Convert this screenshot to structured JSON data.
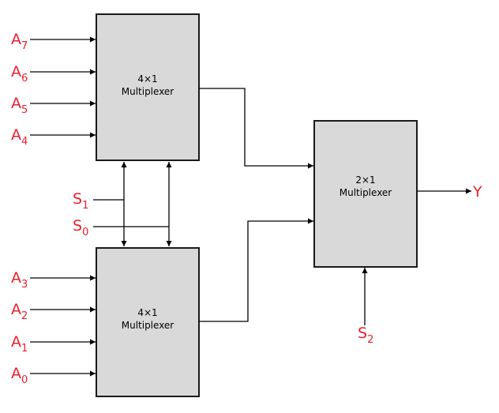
{
  "blocks": {
    "mux_top": {
      "line1": "4×1",
      "line2": "Multiplexer"
    },
    "mux_bottom": {
      "line1": "4×1",
      "line2": "Multiplexer"
    },
    "mux_final": {
      "line1": "2×1",
      "line2": "Multiplexer"
    }
  },
  "inputs_top": [
    {
      "letter": "A",
      "sub": "7"
    },
    {
      "letter": "A",
      "sub": "6"
    },
    {
      "letter": "A",
      "sub": "5"
    },
    {
      "letter": "A",
      "sub": "4"
    }
  ],
  "inputs_bottom": [
    {
      "letter": "A",
      "sub": "3"
    },
    {
      "letter": "A",
      "sub": "2"
    },
    {
      "letter": "A",
      "sub": "1"
    },
    {
      "letter": "A",
      "sub": "0"
    }
  ],
  "selects": {
    "s1": {
      "letter": "S",
      "sub": "1"
    },
    "s0": {
      "letter": "S",
      "sub": "0"
    },
    "s2": {
      "letter": "S",
      "sub": "2"
    }
  },
  "output": {
    "label": "Y"
  },
  "colors": {
    "label_color": "#e8202a",
    "block_fill": "#d9d9d9"
  }
}
